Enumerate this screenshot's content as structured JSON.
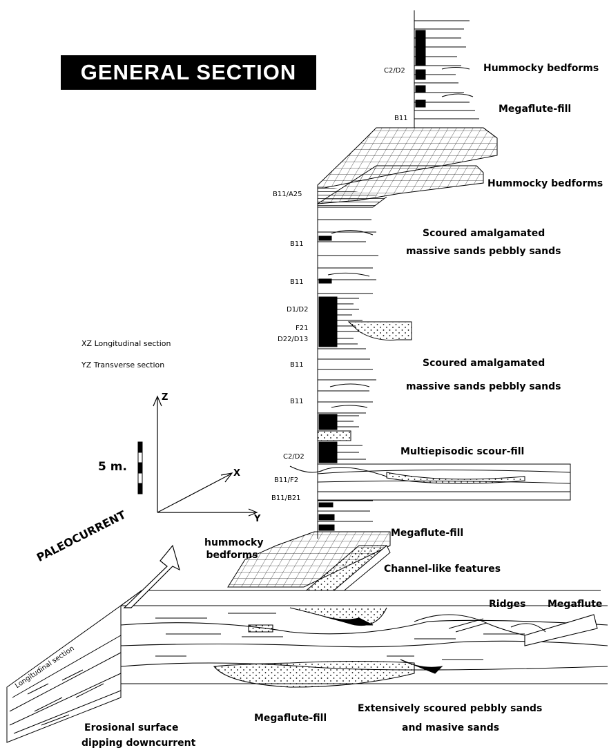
{
  "title": "GENERAL   SECTION",
  "legend": {
    "xz": "XZ Longitudinal section",
    "yz": "YZ  Transverse section"
  },
  "axes": {
    "z": "Z",
    "x": "X",
    "y": "Y"
  },
  "scale": "5 m.",
  "paleocurrent": "PALEOCURRENT",
  "longitudinal": "Longitudinal section",
  "facies_codes": [
    "C2/D2",
    "B11",
    "B11/A25",
    "B11",
    "B11",
    "D1/D2",
    "F21",
    "D22/D13",
    "B11",
    "B11",
    "C2/D2",
    "B11/F2",
    "B11/B21"
  ],
  "labels": {
    "hummocky_top": "Hummocky bedforms",
    "megaflute_fill_top": "Megaflute-fill",
    "hummocky_mid": "Hummocky bedforms",
    "scoured_1_a": "Scoured amalgamated",
    "scoured_1_b": "massive sands pebbly sands",
    "scoured_2_a": "Scoured amalgamated",
    "scoured_2_b": "massive sands pebbly sands",
    "multiepisodic": "Multiepisodic scour-fill",
    "megaflute_fill_mid": "Megaflute-fill",
    "hummocky_low_a": "hummocky",
    "hummocky_low_b": "bedforms",
    "channel_like": "Channel-like features",
    "ridges": "Ridges",
    "megaflute": "Megaflute",
    "extensively_a": "Extensively scoured pebbly sands",
    "extensively_b": "and masive sands",
    "megaflute_fill_bottom": "Megaflute-fill",
    "erosional_a": "Erosional surface",
    "erosional_b": "dipping downcurrent"
  }
}
